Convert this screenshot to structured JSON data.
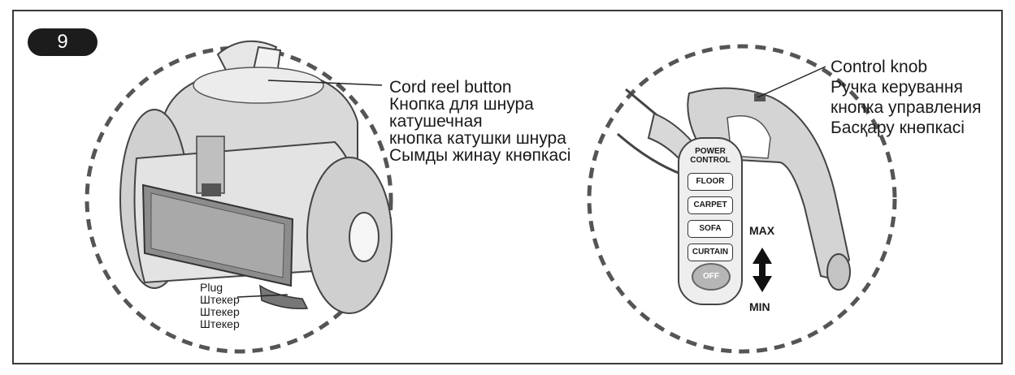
{
  "step_number": "9",
  "cord_reel_labels": [
    "Cord reel button",
    "Кнопка для шнура",
    "катушечная",
    "кнопка катушки шнура",
    "Сымды жинау кнөпкасі"
  ],
  "plug_labels": [
    "Plug",
    "Штекер",
    "Штекер",
    "Штекер"
  ],
  "control_knob_labels": [
    "Control knob",
    "Ручка керування",
    "кнопка управления",
    "Басқару кнөпкасі"
  ],
  "power_control": {
    "title": "POWER CONTROL",
    "buttons": [
      "FLOOR",
      "CARPET",
      "SOFA",
      "CURTAIN"
    ],
    "off_label": "OFF",
    "max_label": "MAX",
    "min_label": "MIN"
  }
}
